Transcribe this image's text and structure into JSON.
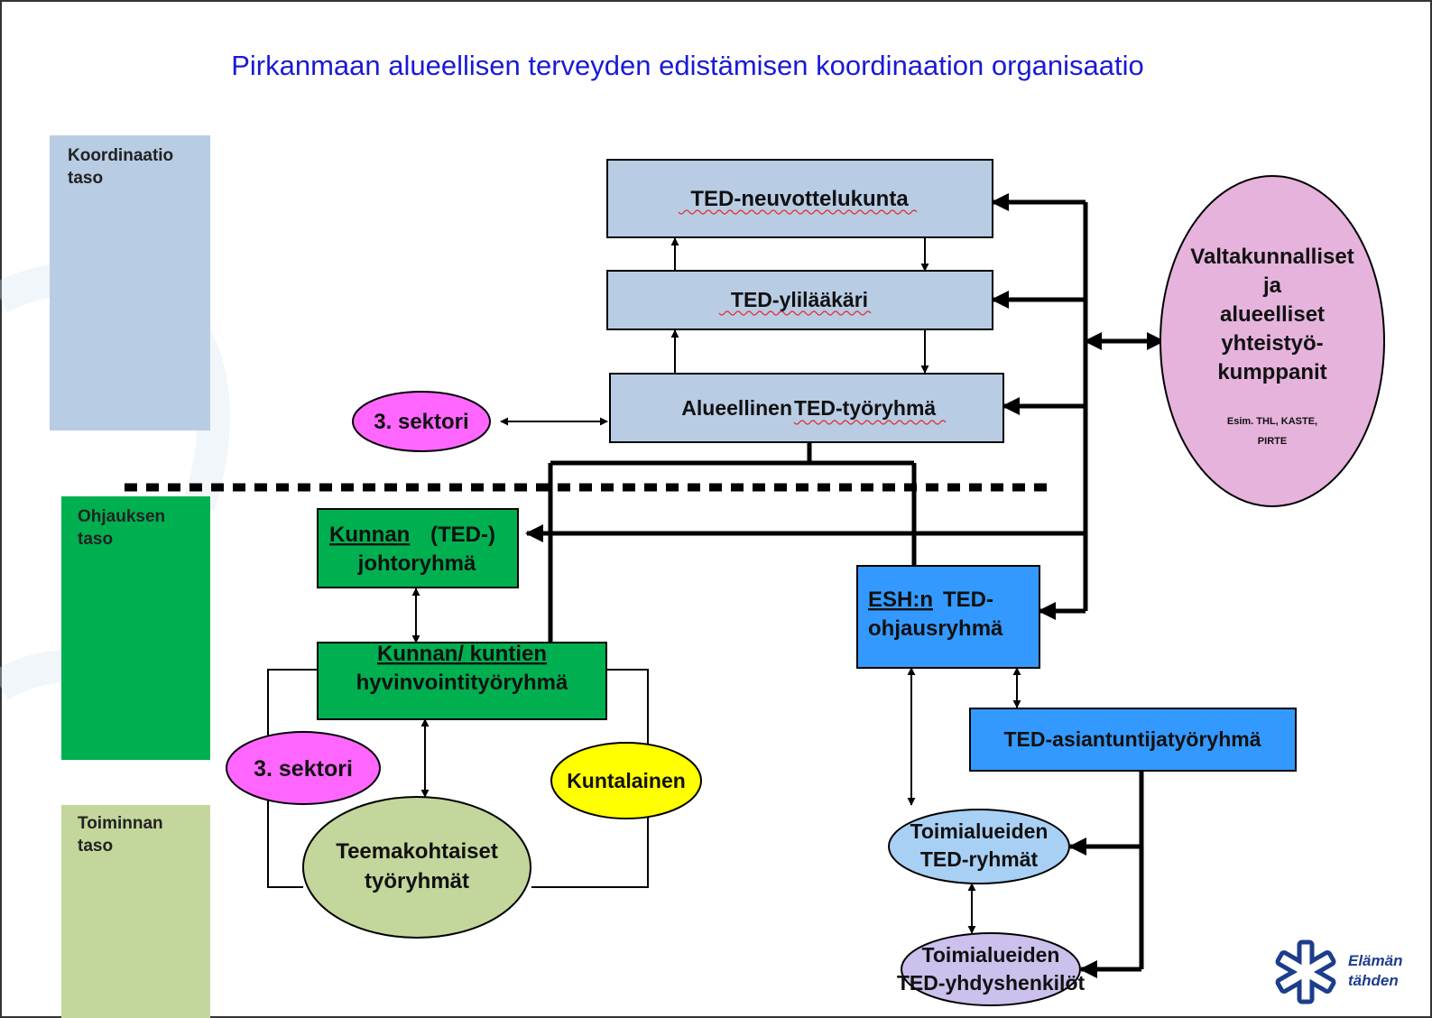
{
  "title": "Pirkanmaan alueellisen terveyden edistämisen koordinaation organisaatio",
  "levels": {
    "coordination": [
      "Koordinaatio",
      "taso"
    ],
    "steering": [
      "Ohjauksen",
      "taso"
    ],
    "operational": [
      "Toiminnan",
      "taso"
    ]
  },
  "nodes": {
    "ted_neuvottelukunta": "TED-neuvottelukunta",
    "ted_ylilaakari": "TED-ylilääkäri",
    "alueellinen": {
      "word1": "Alueellinen",
      "word2": "TED-työryhmä"
    },
    "sektori_top": "3. sektori",
    "kunnan_johtoryhma": {
      "line1a": "Kunnan",
      "line1b": "(TED-)",
      "line2": "johtoryhmä"
    },
    "kunnan_hyvinvointi": {
      "line1": "Kunnan/ kuntien",
      "line2": "hyvinvointityöryhmä"
    },
    "sektori_bottom": "3. sektori",
    "kuntalainen": "Kuntalainen",
    "teemakohtaiset": {
      "line1": "Teemakohtaiset",
      "line2": "työryhmät"
    },
    "esh": {
      "line1a": "ESH:n",
      "line1b": "TED-",
      "line2": "ohjausryhmä"
    },
    "asiantuntija": "TED-asiantuntijatyöryhmä",
    "toimialueet_ryhmat": {
      "line1": "Toimialueiden",
      "line2": "TED-ryhmät"
    },
    "toimialueet_yhdys": {
      "line1": "Toimialueiden",
      "line2": "TED-yhdyshenkilöt"
    },
    "valtakunnalliset": {
      "lines": [
        "Valtakunnalliset",
        "ja",
        "alueelliset",
        "yhteistyö-",
        "kumppanit"
      ],
      "small1": "Esim. THL,  KASTE,",
      "small2": "PIRTE"
    }
  },
  "logo": {
    "line1": "Elämän",
    "line2": "tähden",
    "icon": "star-of-life-icon"
  },
  "colors": {
    "title": "#1a1ad6",
    "level_coordination": "#b8cce4",
    "level_steering": "#00b050",
    "level_operational": "#c3d69b",
    "box_coordination": "#b8cce4",
    "box_green": "#00b050",
    "box_blue": "#3399ff",
    "sector": "#ff66ff",
    "citizen": "#ffff00",
    "theme_groups": "#c3d69b",
    "valtakunnalliset": "#e6b3dd",
    "toimialueet_ryhmat": "#a8d0f5",
    "toimialueet_yhdys": "#ccc0ec"
  }
}
